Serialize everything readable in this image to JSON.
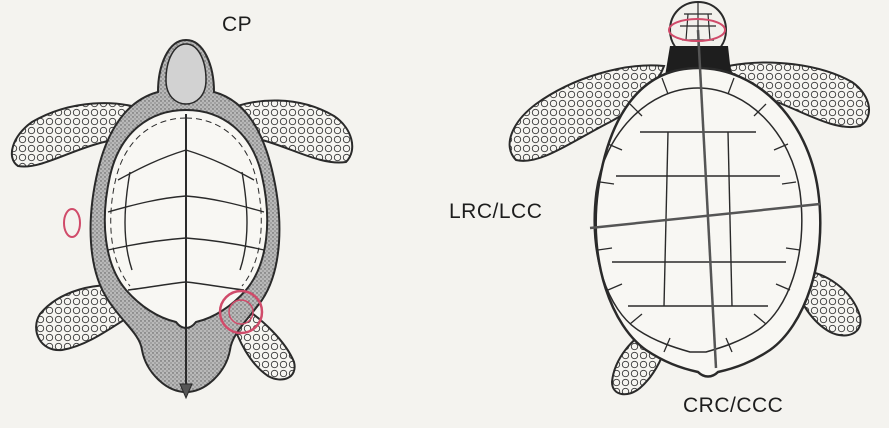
{
  "labels": {
    "top": "CP",
    "left_right": "LRC/LCC",
    "bottom": "CRC/CCC"
  },
  "colors": {
    "line": "#2a2a2a",
    "shade": "#8c8c8c",
    "dark": "#1e1e1e",
    "marker": "#d04b6a",
    "paper": "#f4f3ef"
  }
}
